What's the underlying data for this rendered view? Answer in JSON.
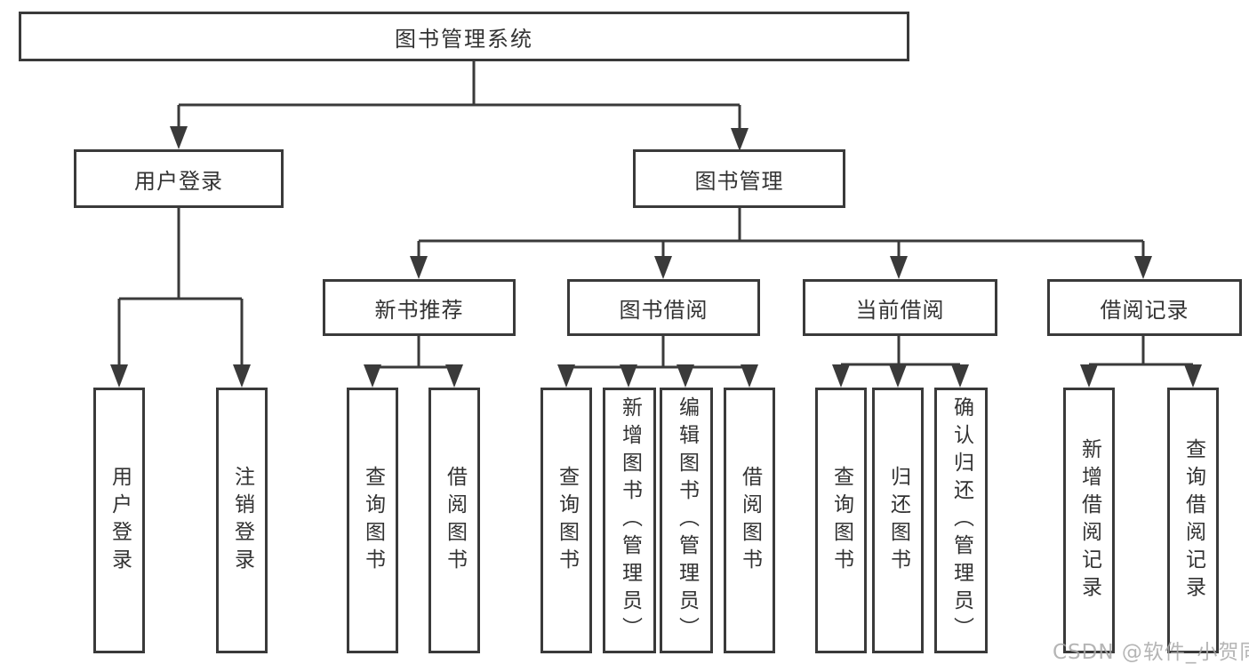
{
  "diagram": {
    "title": "图书管理系统",
    "branches": [
      {
        "label": "用户登录",
        "children": [
          "用户登录",
          "注销登录"
        ]
      },
      {
        "label": "图书管理",
        "sections": [
          {
            "label": "新书推荐",
            "children": [
              "查询图书",
              "借阅图书"
            ]
          },
          {
            "label": "图书借阅",
            "children": [
              "查询图书",
              "新增图书（管理员）",
              "编辑图书（管理员）",
              "借阅图书"
            ]
          },
          {
            "label": "当前借阅",
            "children": [
              "查询图书",
              "归还图书",
              "确认归还（管理员）"
            ]
          },
          {
            "label": "借阅记录",
            "children": [
              "新增借阅记录",
              "查询借阅记录"
            ]
          }
        ]
      }
    ]
  },
  "watermark": {
    "text": "CSDN @软件_小贺同学"
  },
  "colors": {
    "line": "#3a3a3a",
    "text": "#333333",
    "watermark": "#a8a8a8",
    "background": "#ffffff"
  }
}
